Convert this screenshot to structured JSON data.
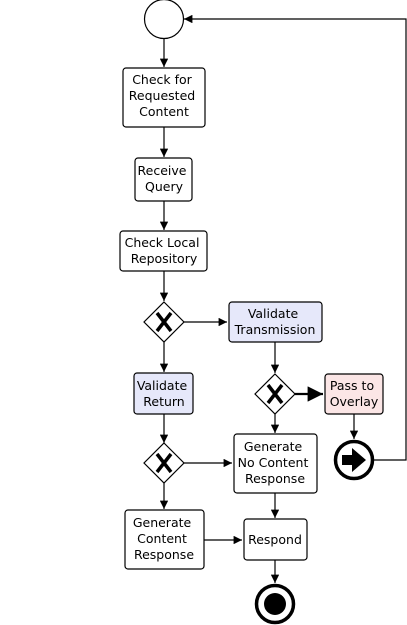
{
  "colors": {
    "stroke": "#000000",
    "task_fill": "#ffffff",
    "highlight_blue": "#e6e8fa",
    "highlight_red": "#fbe6e6"
  },
  "nodes": {
    "check_requested": [
      "Check for",
      "Requested",
      "Content"
    ],
    "receive_query": [
      "Receive",
      "Query"
    ],
    "check_local": [
      "Check Local",
      "Repository"
    ],
    "validate_transmission": [
      "Validate",
      "Transmission"
    ],
    "validate_return": [
      "Validate",
      "Return"
    ],
    "pass_to_overlay": [
      "Pass to",
      "Overlay"
    ],
    "generate_no_content": [
      "Generate",
      "No Content",
      "Response"
    ],
    "generate_content": [
      "Generate",
      "Content",
      "Response"
    ],
    "respond": [
      "Respond"
    ]
  },
  "icons": {
    "start": "start-event-icon",
    "end": "end-event-icon",
    "gateway": "exclusive-gateway-icon",
    "link": "link-event-icon"
  }
}
